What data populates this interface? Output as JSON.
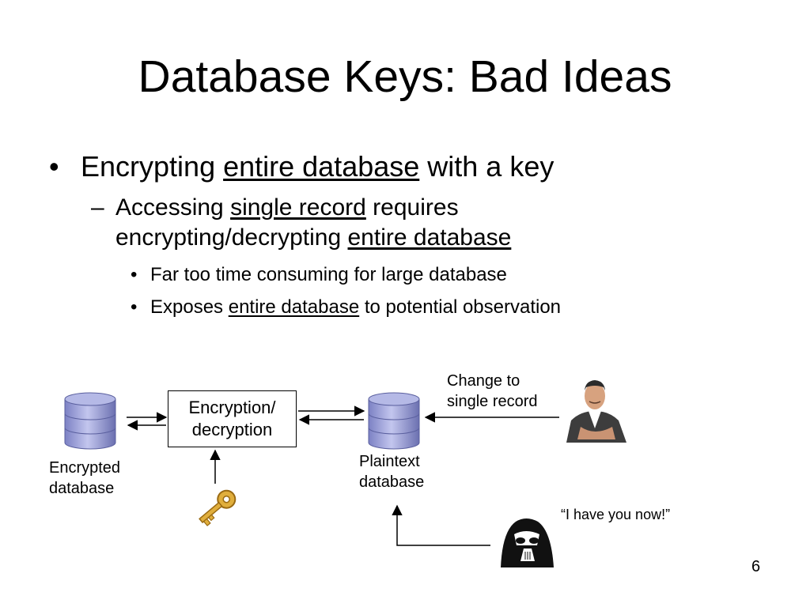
{
  "slide": {
    "title": "Database Keys: Bad Ideas",
    "page_number": "6"
  },
  "bullets": {
    "l1": {
      "mark": "•",
      "pre": "Encrypting ",
      "u1": "entire database",
      "post": " with a key"
    },
    "l2": {
      "mark": "–",
      "line1_pre": "Accessing ",
      "line1_u": "single record",
      "line1_post": " requires",
      "line2_pre": "encrypting/decrypting ",
      "line2_u": "entire database"
    },
    "l3a": {
      "mark": "•",
      "text": "Far too time consuming for large database"
    },
    "l3b": {
      "mark": "•",
      "pre": "Exposes ",
      "u": "entire database",
      "post": " to potential observation"
    }
  },
  "diagram": {
    "encrypted_db_label_1": "Encrypted",
    "encrypted_db_label_2": "database",
    "enc_box_line1": "Encryption/",
    "enc_box_line2": "decryption",
    "plaintext_db_label_1": "Plaintext",
    "plaintext_db_label_2": "database",
    "change_label_1": "Change to",
    "change_label_2": "single record",
    "quote": "“I have you now!”",
    "icons": {
      "encrypted_db": "database-icon",
      "plaintext_db": "database-icon",
      "key": "key-icon",
      "user": "person-icon",
      "attacker": "darth-vader-icon"
    },
    "colors": {
      "db_fill": "#9ea3d9",
      "db_dark": "#6b70b0",
      "key": "#d9a233"
    }
  }
}
